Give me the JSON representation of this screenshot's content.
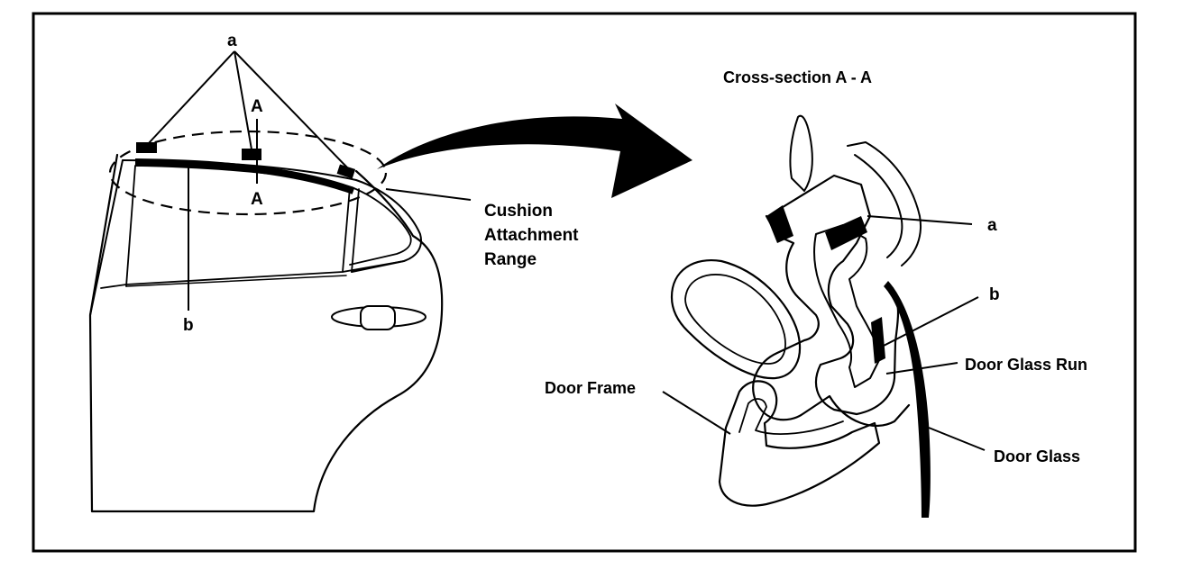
{
  "labels": {
    "a_top": "a",
    "section_marker_top": "A",
    "section_marker_bottom": "A",
    "b_left": "b",
    "cushion_line1": "Cushion",
    "cushion_line2": "Attachment",
    "cushion_line3": "Range",
    "cross_section_title": "Cross-section A - A",
    "a_right": "a",
    "b_right": "b",
    "door_glass_run": "Door Glass Run",
    "door_frame": "Door Frame",
    "door_glass": "Door Glass"
  }
}
